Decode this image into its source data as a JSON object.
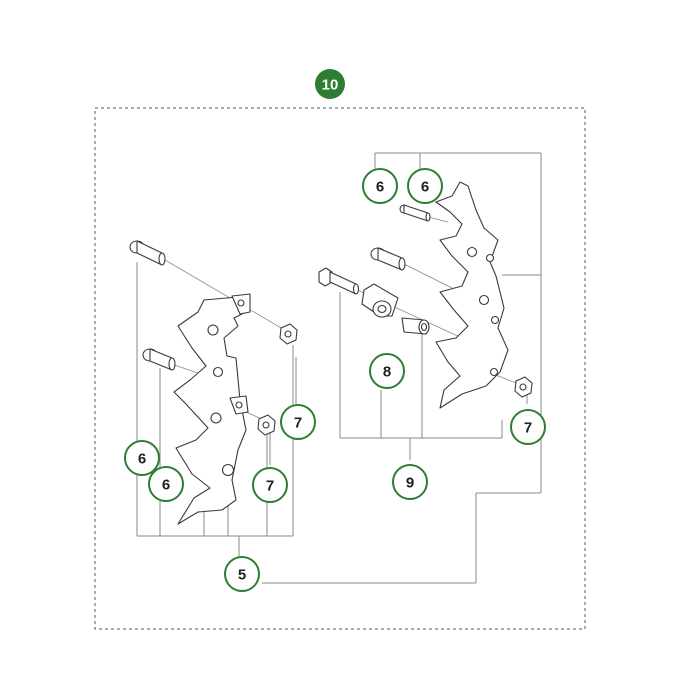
{
  "diagram": {
    "kit_label": "10",
    "colors": {
      "callout_ring": "#2e7d32",
      "kit_fill": "#2e7d32",
      "line": "#8a8a8a",
      "part_outline": "#3a3a3a",
      "part_fill": "#ffffff"
    },
    "callouts": {
      "left_6a": "6",
      "left_6b": "6",
      "left_7a": "7",
      "left_7b": "7",
      "left_assembly": "5",
      "right_6a": "6",
      "right_6b": "6",
      "right_8": "8",
      "right_7": "7",
      "right_assembly": "9"
    }
  }
}
